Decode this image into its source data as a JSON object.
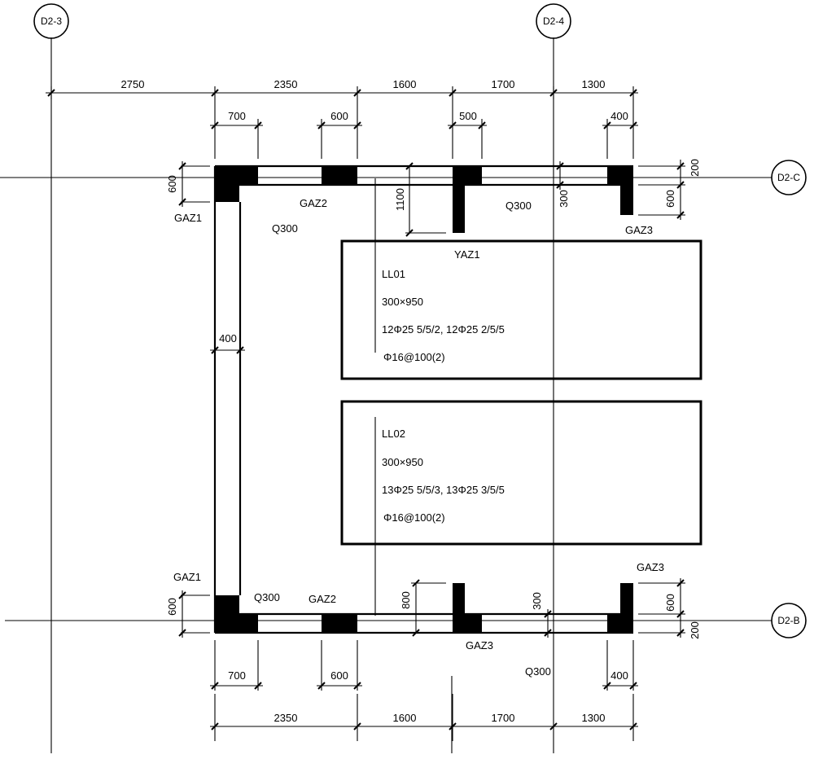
{
  "axes": {
    "d2_3": "D2-3",
    "d2_4": "D2-4",
    "d2_c": "D2-C",
    "d2_b": "D2-B"
  },
  "dims": {
    "top_2750": "2750",
    "top_2350": "2350",
    "top_1600": "1600",
    "top_1700": "1700",
    "top_1300": "1300",
    "top_700": "700",
    "top_600": "600",
    "top_500": "500",
    "top_400": "400",
    "left_600_top": "600",
    "v_1100": "1100",
    "v_300_top": "300",
    "right_200_top": "200",
    "right_600_top": "600",
    "wall_400": "400",
    "left_600_bot": "600",
    "v_800": "800",
    "v_300_bot": "300",
    "right_600_bot": "600",
    "right_200_bot": "200",
    "bot_700": "700",
    "bot_600": "600",
    "bot_400": "400",
    "bot_2350": "2350",
    "bot_1600": "1600",
    "bot_1700": "1700",
    "bot_1300": "1300"
  },
  "labels": {
    "gaz1_top": "GAZ1",
    "gaz2_top": "GAZ2",
    "gaz3_top": "GAZ3",
    "q300_top_left": "Q300",
    "q300_top_right": "Q300",
    "yaz1": "YAZ1",
    "gaz1_bot": "GAZ1",
    "q300_bot_left": "Q300",
    "gaz2_bot": "GAZ2",
    "gaz3_bot_right": "GAZ3",
    "gaz3_bot_mid": "GAZ3",
    "q300_bot_mid": "Q300"
  },
  "beams": {
    "ll01": {
      "name": "LL01",
      "section": "300×950",
      "main": "12Φ25  5/5/2, 12Φ25  2/5/5",
      "stirrup": "Φ16@100(2)"
    },
    "ll02": {
      "name": "LL02",
      "section": "300×950",
      "main": "13Φ25  5/5/3, 13Φ25  3/5/5",
      "stirrup": "Φ16@100(2)"
    }
  }
}
